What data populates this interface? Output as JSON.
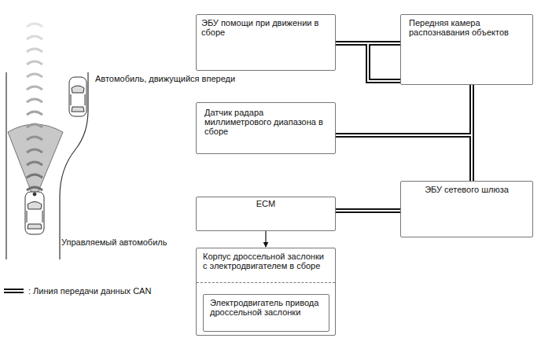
{
  "diagram": {
    "nodes": [
      {
        "text": [
          "ЭБУ помощи при движении в сборе"
        ]
      },
      {
        "text": [
          "Передняя камера распознавания объектов"
        ]
      },
      {
        "text": [
          "Датчик радара миллиметрового диапазона в сборе"
        ]
      },
      {
        "text": [
          "ЭБУ сетевого шлюза"
        ]
      },
      {
        "text": [
          "ECM"
        ]
      },
      {
        "text": [
          "Корпус дроссельной заслонки с электродвигателем в сборе"
        ]
      },
      {
        "text": [
          "Электродвигатель привода дроссельной заслонки"
        ],
        "in": 5
      }
    ],
    "edges": [
      {
        "from": 0,
        "to": 1,
        "arrow": "none"
      },
      {
        "from": 0,
        "to": 3,
        "arrow": "none"
      },
      {
        "from": 1,
        "to": 3,
        "arrow": "none"
      },
      {
        "from": 2,
        "to": 3,
        "arrow": "none"
      },
      {
        "from": 4,
        "to": 3,
        "arrow": "none"
      },
      {
        "from": 4,
        "to": 5,
        "arrow": "to"
      }
    ],
    "labels": [
      "Автомобиль, движущийся впереди",
      "Управляемый автомобиль"
    ],
    "legend": [
      {
        "text": ": Линия передачи данных CAN"
      }
    ]
  }
}
